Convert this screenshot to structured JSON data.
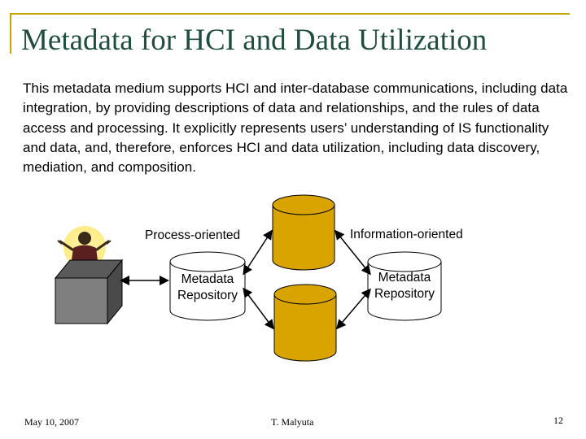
{
  "slide": {
    "title": "Metadata for HCI and Data Utilization",
    "body": "This metadata medium supports HCI and inter-database communications, including data integration, by providing descriptions of data and relationships, and the rules of data access and processing. It explicitly represents users’ understanding of IS functionality and data, and, therefore, enforces HCI and data utilization, including data discovery, mediation, and composition."
  },
  "diagram": {
    "left_heading": "Process-oriented",
    "right_heading": "Information-oriented",
    "left_repo_line1": "Metadata",
    "left_repo_line2": "Repository",
    "right_repo_line1": "Metadata",
    "right_repo_line2": "Repository",
    "cylinder_color": "#d9a400",
    "user_icon": "person-at-desk-icon"
  },
  "footer": {
    "date": "May 10, 2007",
    "author": "T. Malyuta",
    "page_number": "12"
  }
}
